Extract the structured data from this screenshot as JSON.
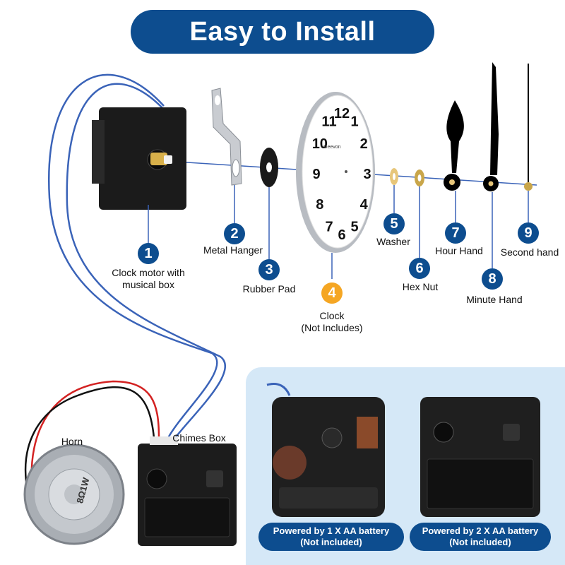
{
  "title": "Easy to Install",
  "parts": [
    {
      "num": "1",
      "label": "Clock motor with\nmusical box"
    },
    {
      "num": "2",
      "label": "Metal Hanger"
    },
    {
      "num": "3",
      "label": "Rubber Pad"
    },
    {
      "num": "4",
      "label": "Clock\n(Not Includes)"
    },
    {
      "num": "5",
      "label": "Washer"
    },
    {
      "num": "6",
      "label": "Hex Nut"
    },
    {
      "num": "7",
      "label": "Hour Hand"
    },
    {
      "num": "8",
      "label": "Minute Hand"
    },
    {
      "num": "9",
      "label": "Second hand"
    }
  ],
  "clock": {
    "brand": "Geevon",
    "numbers": [
      "12",
      "1",
      "2",
      "3",
      "4",
      "5",
      "6",
      "7",
      "8",
      "9",
      "10",
      "11"
    ]
  },
  "horn": {
    "label": "Horn",
    "marking": "8Ω1W"
  },
  "chimes_box": {
    "label": "Chimes Box"
  },
  "captions": [
    {
      "line1": "Powered by 1 X AA battery",
      "line2": "(Not included)"
    },
    {
      "line1": "Powered by 2 X AA battery",
      "line2": "(Not included)"
    }
  ],
  "colors": {
    "accent": "#0d4d8f",
    "highlight": "#f5a623",
    "panel": "#d5e8f7"
  }
}
